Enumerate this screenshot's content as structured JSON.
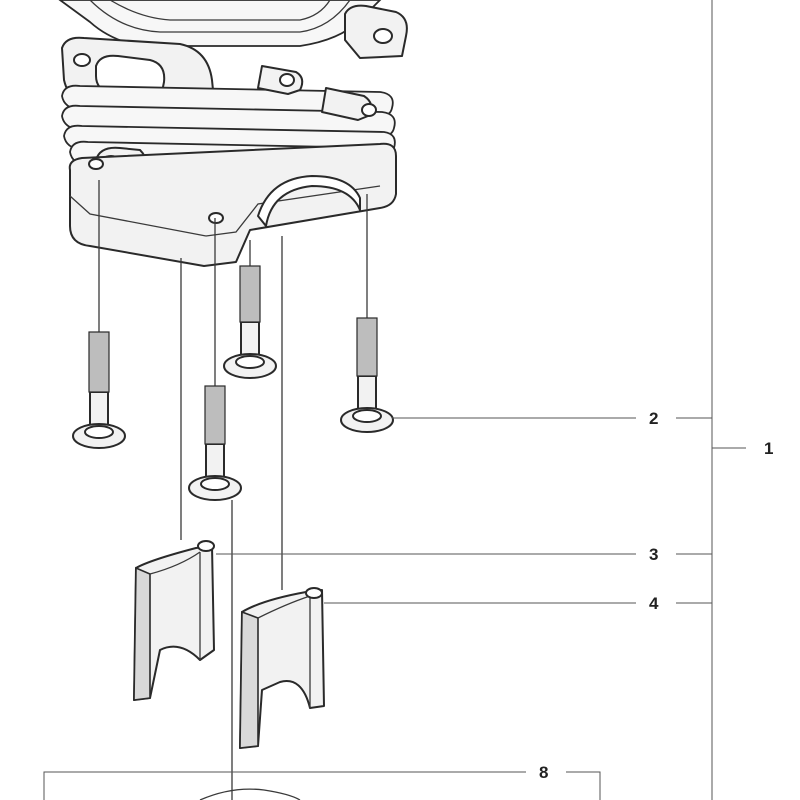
{
  "callouts": {
    "c1": "1",
    "c2": "2",
    "c3": "3",
    "c4": "4",
    "c8": "8"
  },
  "colors": {
    "line": "#2a2a2a",
    "leader": "#555555",
    "fill": "#f2f2f2",
    "background": "#ffffff"
  },
  "icons": {
    "cylinder": "cylinder-icon",
    "screw": "screw-icon",
    "half_shell": "half-shell-icon"
  }
}
